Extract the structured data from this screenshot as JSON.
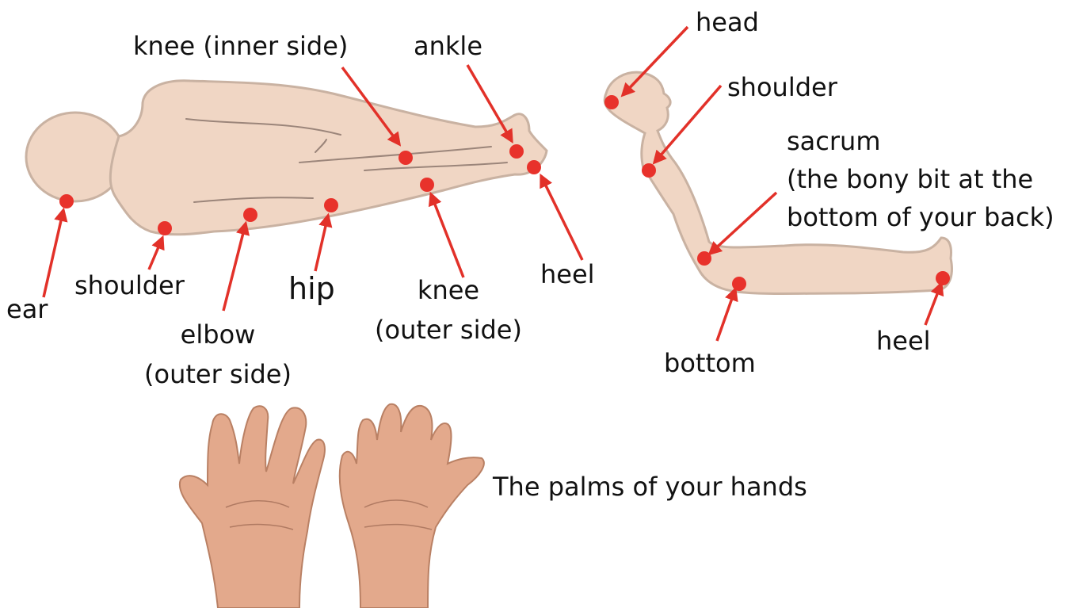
{
  "colors": {
    "skin": "#f0d6c4",
    "outline": "#c9b2a2",
    "fold": "#9b857a",
    "marker": "#e8322b",
    "arrow": "#e23129",
    "text": "#111111"
  },
  "side_figure": {
    "name": "person lying on side",
    "labels": {
      "knee_inner": "knee (inner side)",
      "ankle": "ankle",
      "ear": "ear",
      "shoulder": "shoulder",
      "elbow_line1": "elbow",
      "elbow_line2": "(outer side)",
      "hip": "hip",
      "knee_outer_line1": "knee",
      "knee_outer_line2": "(outer side)",
      "heel": "heel"
    }
  },
  "sitting_figure": {
    "name": "person sitting up in bed",
    "labels": {
      "head": "head",
      "shoulder": "shoulder",
      "sacrum_line1": "sacrum",
      "sacrum_line2": "(the bony bit at the",
      "sacrum_line3": "bottom of your back)",
      "bottom": "bottom",
      "heel": "heel"
    }
  },
  "hands": {
    "caption": "The palms of your hands"
  }
}
